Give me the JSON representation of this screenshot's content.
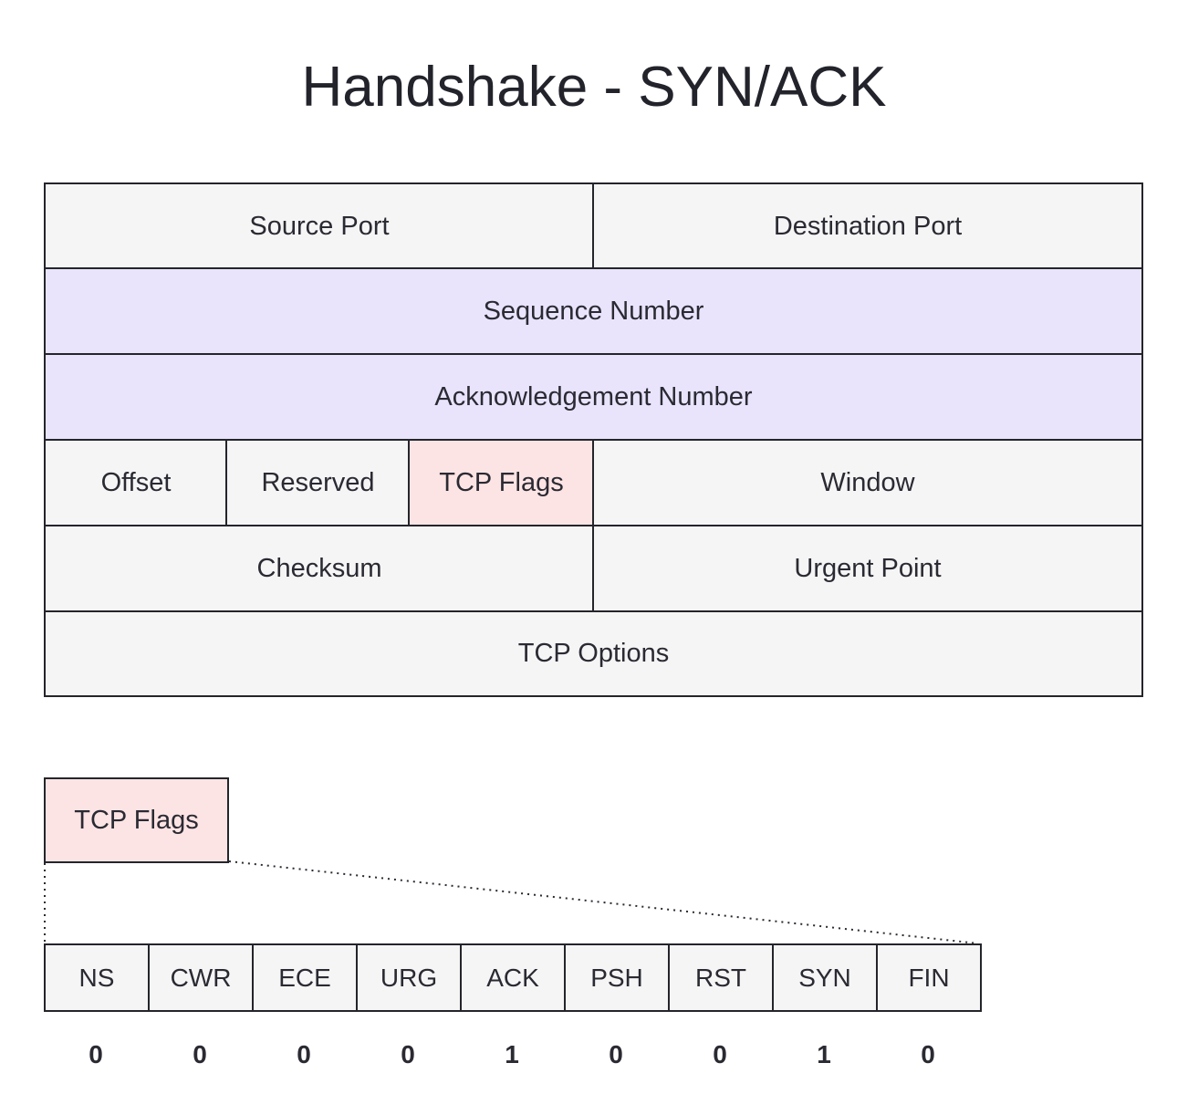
{
  "title": "Handshake - SYN/ACK",
  "header_fields": {
    "source_port": "Source Port",
    "destination_port": "Destination Port",
    "sequence_number": "Sequence Number",
    "acknowledgement_number": "Acknowledgement Number",
    "offset": "Offset",
    "reserved": "Reserved",
    "tcp_flags": "TCP Flags",
    "window": "Window",
    "checksum": "Checksum",
    "urgent_point": "Urgent Point",
    "tcp_options": "TCP Options"
  },
  "flags_detail": {
    "label": "TCP Flags",
    "flags": [
      {
        "name": "NS",
        "value": "0",
        "set": false
      },
      {
        "name": "CWR",
        "value": "0",
        "set": false
      },
      {
        "name": "ECE",
        "value": "0",
        "set": false
      },
      {
        "name": "URG",
        "value": "0",
        "set": false
      },
      {
        "name": "ACK",
        "value": "1",
        "set": true
      },
      {
        "name": "PSH",
        "value": "0",
        "set": false
      },
      {
        "name": "RST",
        "value": "0",
        "set": false
      },
      {
        "name": "SYN",
        "value": "1",
        "set": true
      },
      {
        "name": "FIN",
        "value": "0",
        "set": false
      }
    ]
  },
  "colors": {
    "default_fill": "#f5f5f5",
    "sequence_fill": "#e9e4fc",
    "flags_fill": "#fde4e4",
    "set_flag_fill": "#fdf3d8",
    "border": "#24252b"
  }
}
